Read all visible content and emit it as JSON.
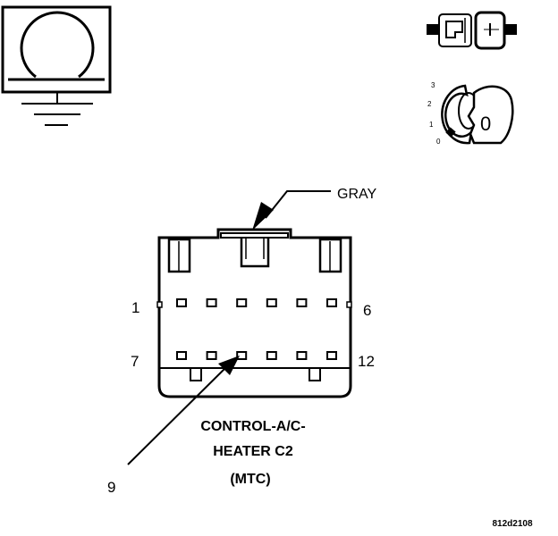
{
  "connector": {
    "color_label": "GRAY",
    "name_line1": "CONTROL-A/C-",
    "name_line2": "HEATER C2",
    "name_line3": "(MTC)",
    "pin_first_top": "1",
    "pin_last_top": "6",
    "pin_first_bottom": "7",
    "pin_last_bottom": "12",
    "callout_pin": "9",
    "pins_per_row": 6,
    "rows": 2
  },
  "ignition_switch": {
    "positions": [
      "3",
      "2",
      "1",
      "0"
    ],
    "key_label": "0"
  },
  "figure_code": "812d2108",
  "icons": [
    "ground-symbol-icon",
    "connector-plug-icon",
    "ignition-key-icon"
  ],
  "colors": {
    "line": "#000000",
    "background": "#ffffff"
  }
}
